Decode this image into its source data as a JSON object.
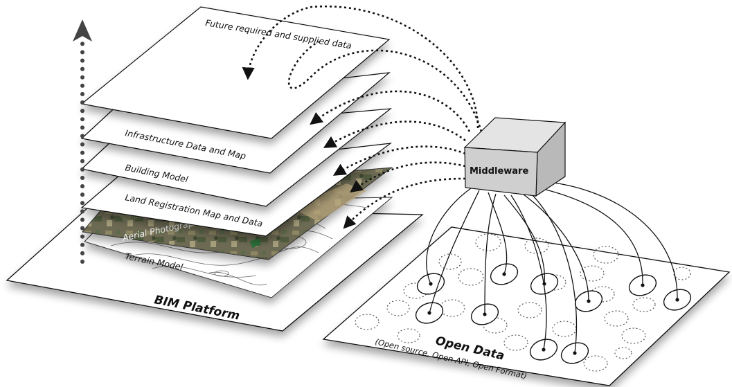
{
  "layers": {
    "future": "Future required and supplied data",
    "infrastructure": "Infrastructure Data and Map",
    "building": "Building Model",
    "land": "Land Registration Map and Data",
    "aerial": "Aerial Photograph or Map",
    "terrain": "Terrain Model"
  },
  "platform": {
    "label": "BIM Platform"
  },
  "middleware": {
    "label": "Middleware"
  },
  "open_data": {
    "title": "Open Data",
    "subtitle": "(Open source, Open API, Open Format)"
  },
  "colors": {
    "line": "#111111",
    "cube_top": "#e4e4e4",
    "cube_front": "#cfcfcf",
    "cube_side": "#b9b9b9",
    "aerial": "#6d6a52"
  }
}
